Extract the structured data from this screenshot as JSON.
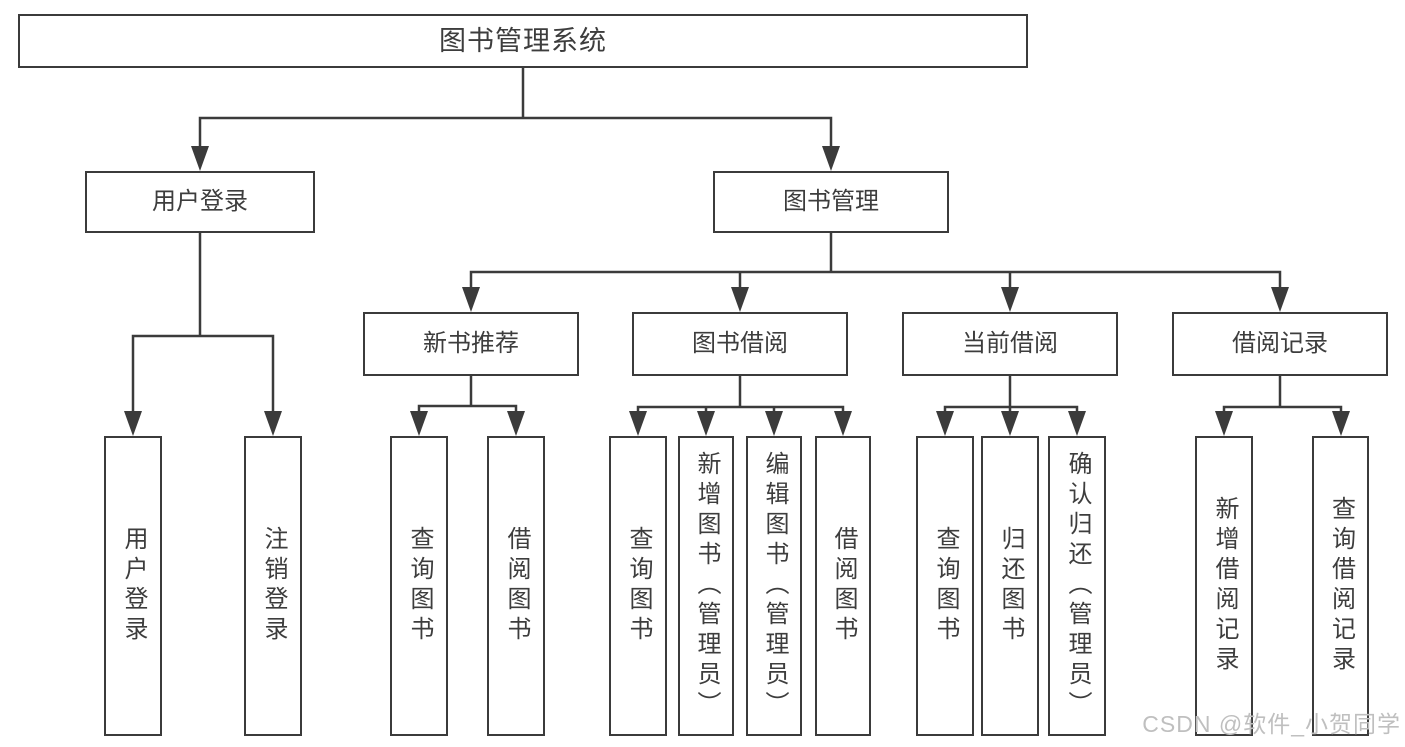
{
  "tree": {
    "label": "图书管理系统",
    "children": [
      {
        "label": "用户登录",
        "children": [
          {
            "label": "用户登录"
          },
          {
            "label": "注销登录"
          }
        ]
      },
      {
        "label": "图书管理",
        "children": [
          {
            "label": "新书推荐",
            "children": [
              {
                "label": "查询图书"
              },
              {
                "label": "借阅图书"
              }
            ]
          },
          {
            "label": "图书借阅",
            "children": [
              {
                "label": "查询图书"
              },
              {
                "label": "新增图书（管理员）"
              },
              {
                "label": "编辑图书（管理员）"
              },
              {
                "label": "借阅图书"
              }
            ]
          },
          {
            "label": "当前借阅",
            "children": [
              {
                "label": "查询图书"
              },
              {
                "label": "归还图书"
              },
              {
                "label": "确认归还（管理员）"
              }
            ]
          },
          {
            "label": "借阅记录",
            "children": [
              {
                "label": "新增借阅记录"
              },
              {
                "label": "查询借阅记录"
              }
            ]
          }
        ]
      }
    ]
  },
  "watermark": {
    "text": "CSDN @软件_小贺同学"
  },
  "colors": {
    "line": "#3b3b3b",
    "text": "#3d3d3d",
    "background": "#ffffff",
    "watermark": "#bfbfbf"
  }
}
